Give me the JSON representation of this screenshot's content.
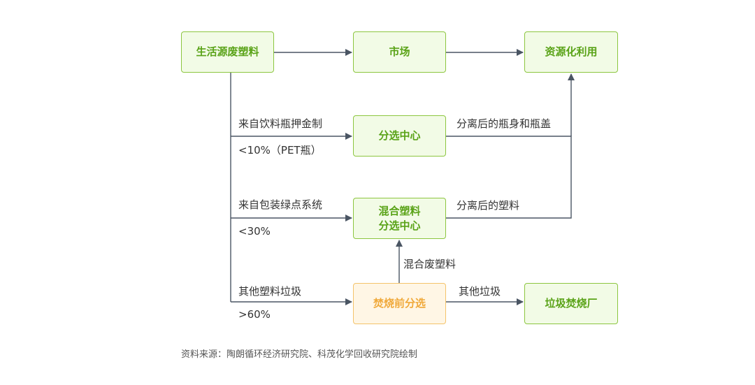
{
  "nodes": {
    "household_plastic": "生活源废塑料",
    "market": "市场",
    "resource_utilization": "资源化利用",
    "sorting_center": "分选中心",
    "mixed_plastic_center_line1": "混合塑料",
    "mixed_plastic_center_line2": "分选中心",
    "pre_incineration_sorting": "焚烧前分选",
    "incineration_plant": "垃圾焚烧厂"
  },
  "edge_labels": {
    "deposit_source": "来自饮料瓶押金制",
    "deposit_share": "<10%（PET瓶）",
    "green_dot_source": "来自包装绿点系统",
    "green_dot_share": "<30%",
    "other_waste_source": "其他塑料垃圾",
    "other_waste_share": ">60%",
    "separated_bottles": "分离后的瓶身和瓶盖",
    "separated_plastic": "分离后的塑料",
    "mixed_waste_plastic": "混合废塑料",
    "other_garbage": "其他垃圾"
  },
  "source_note": "资料来源：陶朗循环经济研究院、科茂化学回收研究院绘制",
  "colors": {
    "green_border": "#8cc63f",
    "green_fill": "#f2fbe6",
    "green_text": "#5aa318",
    "orange_border": "#f4c36a",
    "orange_fill": "#fff6e5",
    "orange_text": "#f0a93a",
    "connector": "#4a5563"
  }
}
